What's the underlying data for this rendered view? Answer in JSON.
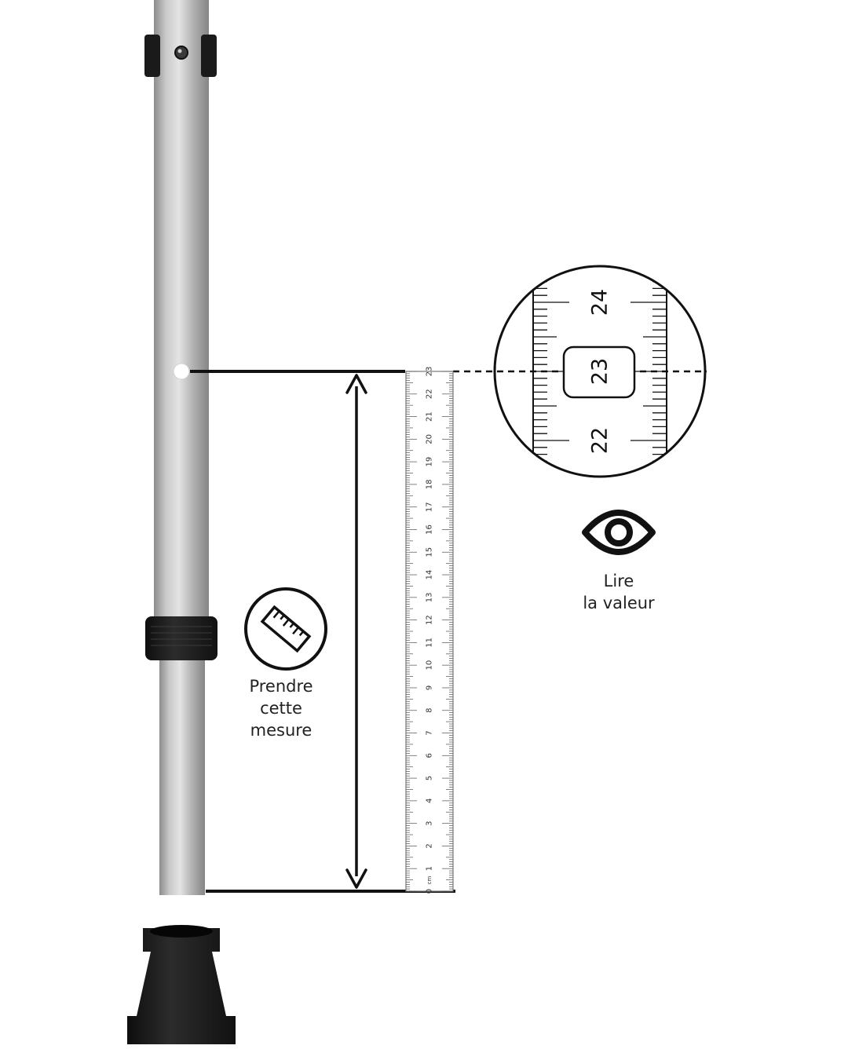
{
  "diagram": {
    "ruler": {
      "unit_label": "cm",
      "labels": [
        "0",
        "1",
        "2",
        "3",
        "4",
        "5",
        "6",
        "7",
        "8",
        "9",
        "10",
        "11",
        "12",
        "13",
        "14",
        "15",
        "16",
        "17",
        "18",
        "19",
        "20",
        "21",
        "22",
        "23"
      ]
    },
    "magnifier": {
      "labels": [
        "22",
        "23",
        "24"
      ],
      "highlighted_value": "23"
    },
    "measure_label": {
      "lines": [
        "Prendre",
        "cette",
        "mesure"
      ]
    },
    "read_label": {
      "lines": [
        "Lire",
        "la valeur"
      ]
    },
    "icons": {
      "measure": "ruler-icon",
      "read": "eye-icon"
    },
    "colors": {
      "line": "#111111",
      "rubber": "#1b1b1b",
      "metal_light": "#d6d6d6",
      "metal_dark": "#8a8a8a"
    }
  }
}
